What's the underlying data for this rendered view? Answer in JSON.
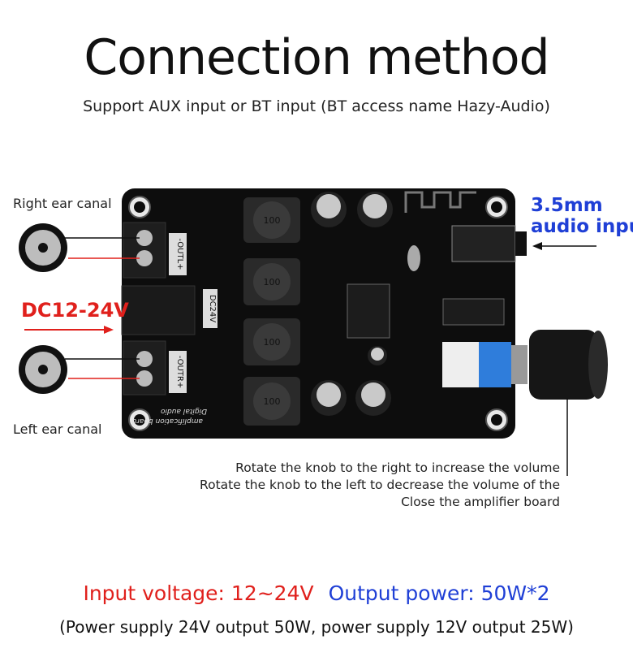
{
  "title": "Connection method",
  "subtitle": "Support AUX input or BT input (BT access name Hazy-Audio)",
  "labels": {
    "right_ear": "Right ear canal",
    "left_ear": "Left ear canal",
    "dc_input": "DC12-24V",
    "aux_line1": "3.5mm",
    "aux_line2": "audio input"
  },
  "knob_note": [
    "Rotate the knob to the right to increase the volume",
    "Rotate the knob to the left to decrease the volume of the",
    "Close the amplifier board"
  ],
  "specs": {
    "input_voltage": "Input voltage: 12~24V",
    "output_power": "Output power: 50W*2",
    "note": "(Power supply 24V output 50W, power supply 12V output 25W)"
  },
  "board": {
    "out_left": "-OUTL+",
    "out_right": "-OUTR+",
    "dc": "DC24V",
    "inductor": "100",
    "board_name_1": "Digital audio",
    "board_name_2": "amplification board"
  },
  "colors": {
    "red": "#e0201c",
    "blue": "#1f3fd6",
    "board": "#0d0d0d"
  }
}
